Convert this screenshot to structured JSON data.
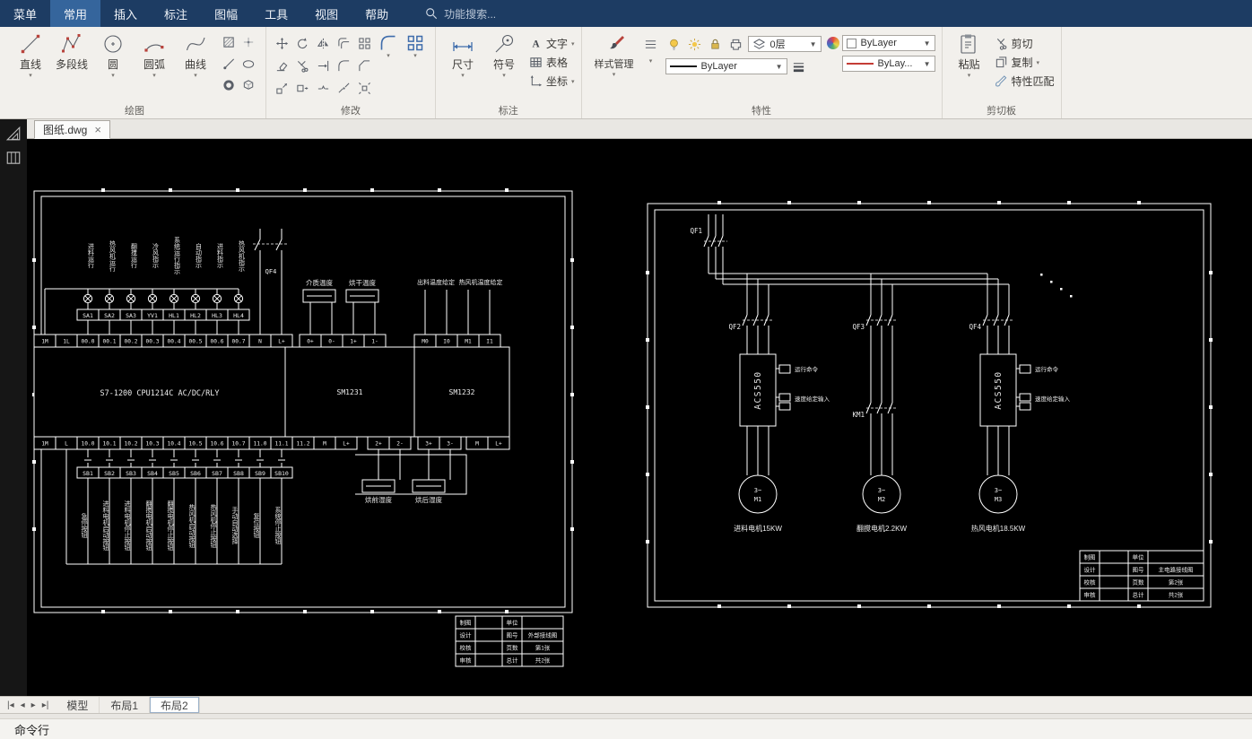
{
  "colors": {
    "menubar_bg": "#1d3c63",
    "menubar_active_bg": "#35659c",
    "ribbon_bg": "#f2f0ec",
    "canvas_bg": "#000000",
    "wire": "#ffffff",
    "red_accent": "#c43c35"
  },
  "menubar": {
    "items": [
      "菜单",
      "常用",
      "插入",
      "标注",
      "图幅",
      "工具",
      "视图",
      "帮助"
    ],
    "active": "常用",
    "search_placeholder": "功能搜索..."
  },
  "ribbon": {
    "draw": {
      "label": "绘图",
      "buttons": [
        "直线",
        "多段线",
        "圆",
        "圆弧",
        "曲线"
      ],
      "small_tools": [
        "hatch",
        "point",
        "ray",
        "ellipse",
        "donut",
        "block"
      ]
    },
    "modify": {
      "label": "修改",
      "tools": [
        "move",
        "rotate",
        "mirror",
        "offset",
        "array",
        "erase",
        "trim",
        "extend",
        "fillet",
        "chamfer",
        "scale",
        "stretch",
        "break",
        "join",
        "explode"
      ]
    },
    "annotate": {
      "label": "标注",
      "dim": "尺寸",
      "symbol": "符号",
      "text": "文字",
      "table": "表格",
      "coord": "坐标"
    },
    "properties": {
      "label": "特性",
      "style_manager": "样式管理",
      "layer": "0层",
      "color": "ByLayer",
      "linetype": "ByLayer",
      "lineweight": "ByLay..."
    },
    "clipboard": {
      "label": "剪切板",
      "paste": "粘贴",
      "cut": "剪切",
      "copy": "复制",
      "match": "特性匹配"
    }
  },
  "doc_tab": {
    "title": "图纸.dwg",
    "close": "×"
  },
  "layout": {
    "tabs": [
      "模型",
      "布局1",
      "布局2"
    ],
    "active": "布局2"
  },
  "command": {
    "prompt": "命令行"
  },
  "left": {
    "top_labels": [
      "进料运行",
      "热风机运行",
      "翻搅运行",
      "冷风指示",
      "系统运行指示",
      "自动指示",
      "进料指示",
      "热风机指示"
    ],
    "qf4": "QF4",
    "devices": [
      "SA1",
      "SA2",
      "SA3",
      "YV1",
      "HL1",
      "HL2",
      "HL3",
      "HL4"
    ],
    "sensor1": "介质温度",
    "sensor2": "烘干温度",
    "setpoint1": "出料温度给定",
    "setpoint2": "热风机温度给定",
    "topA": [
      "1M",
      "1L",
      "00.0",
      "00.1",
      "00.2",
      "00.3",
      "00.4",
      "00.5",
      "00.6",
      "00.7",
      "N",
      "L+"
    ],
    "topB": [
      "0+",
      "0-",
      "1+",
      "1-"
    ],
    "topC": [
      "M0",
      "I0",
      "M1",
      "I1"
    ],
    "plc": "S7-1200 CPU1214C AC/DC/RLY",
    "sm1231": "SM1231",
    "sm1232": "SM1232",
    "botA": [
      "1M",
      "L",
      "10.0",
      "10.1",
      "10.2",
      "10.3",
      "10.4",
      "10.5",
      "10.6",
      "10.7",
      "11.0",
      "11.1",
      "11.2",
      "M",
      "L+"
    ],
    "botB": [
      "2+",
      "2-"
    ],
    "botC": [
      "3+",
      "3-"
    ],
    "botD": [
      "M",
      "L+"
    ],
    "buttons": [
      "SB1",
      "SB2",
      "SB3",
      "SB4",
      "SB5",
      "SB6",
      "SB7",
      "SB8",
      "SB9",
      "SB10"
    ],
    "bottom_labels": [
      "急停按钮",
      "进料电机启动按钮",
      "进料电机停止按钮",
      "翻搅电机启动按钮",
      "翻搅电机停止按钮",
      "热风机启动按钮",
      "热风机停止按钮",
      "手动自动选择",
      "复位按钮",
      "系统停止按钮"
    ],
    "humidity1": "烘前湿度",
    "humidity2": "烘后湿度",
    "titleblock": {
      "c1": [
        "制图",
        "设计",
        "校核",
        "审核"
      ],
      "c3": [
        "单位",
        "图号",
        "页数",
        "总计"
      ],
      "c4": [
        "",
        "外部接线图",
        "第1张",
        "共2张"
      ]
    }
  },
  "right": {
    "qf1": "QF1",
    "qf2": "QF2",
    "qf3": "QF3",
    "qf4": "QF4",
    "km1": "KM1",
    "drive": "ACS550",
    "run_cmd": "运行命令",
    "speed_ref": "速度给定输入",
    "motors": [
      {
        "phase": "3~",
        "name": "M1",
        "label": "进料电机15KW"
      },
      {
        "phase": "3~",
        "name": "M2",
        "label": "翻搅电机2.2KW"
      },
      {
        "phase": "3~",
        "name": "M3",
        "label": "热风电机18.5KW"
      }
    ],
    "titleblock": {
      "c1": [
        "制图",
        "设计",
        "校核",
        "审核"
      ],
      "c3": [
        "单位",
        "图号",
        "页数",
        "总计"
      ],
      "c4": [
        "",
        "主电路接线图",
        "第2张",
        "共2张"
      ]
    }
  }
}
